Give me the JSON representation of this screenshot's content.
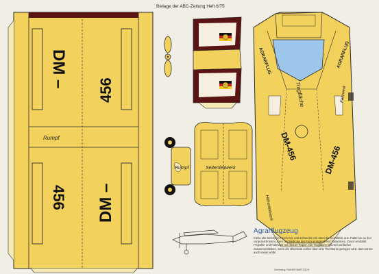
{
  "header": {
    "issue_line": "Beilage der ABC-Zeitung Heft 6/75"
  },
  "fuselage": {
    "reg_prefix": "DM –",
    "reg_number": "456",
    "label": "Rumpf"
  },
  "side_panel": {
    "label_left": "Rumpf",
    "label_right": "Seitenleitwerk"
  },
  "wing": {
    "left_label": "AGRARFLUG",
    "right_label": "AGRARFLUG",
    "left_reg": "DM-456",
    "right_reg": "DM-456",
    "wing_label": "Tragfläche",
    "elevator_label": "Höhenleitwerk",
    "rudder_label": "Fahrwerk"
  },
  "info": {
    "title": "Agrarflugzeug",
    "text": "Klebe alle Strichlinien leicht vor und schneidet erst dann die Einzelteile aus. Faltet sie an den vorgezeichneten Linien und klebt sie der Form entsprechend zusammen. Zuvor verstärkt Propeller und Fahrwerk mit dünner Pappe. Die Tragfläche läßt sich einfacher zusammenkleben, wenn die Oberseite vorher über eine Tischkante gezogen wird. dann ist sie auch etwas wölbt",
    "credit": "Zeichnung: RAINER BARTZSCH"
  },
  "colors": {
    "yellow": "#f2d25c",
    "outline": "#2b2b2b",
    "maroon": "#5a1414",
    "blue": "#9cc6ea",
    "paper": "#f1eee6"
  }
}
